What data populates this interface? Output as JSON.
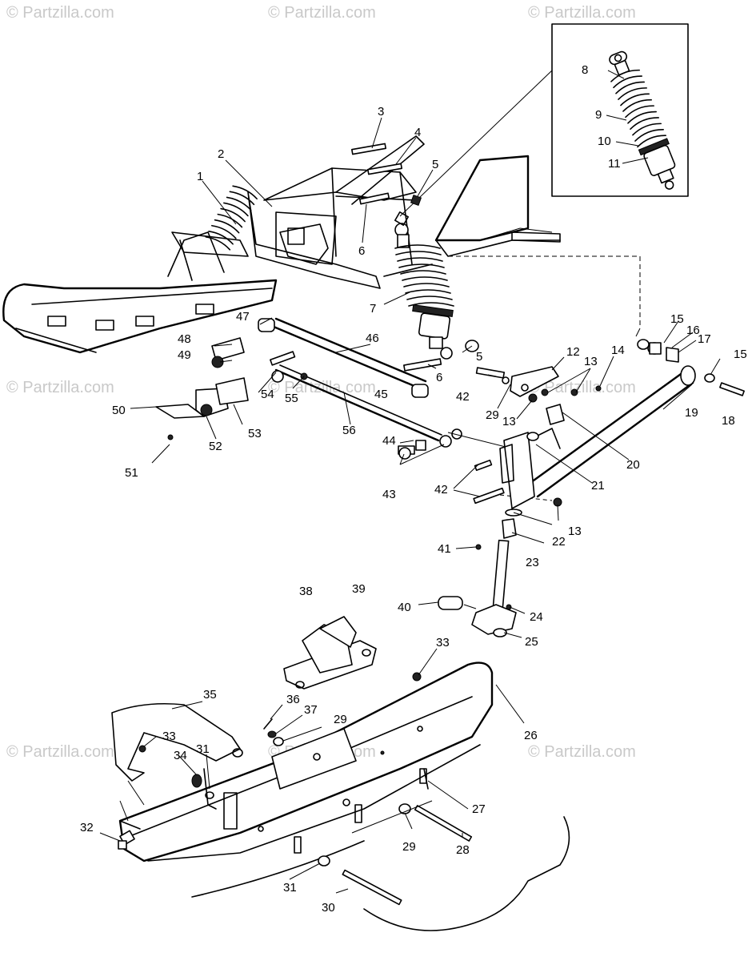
{
  "watermarks": [
    "© Partzilla.com",
    "© Partzilla.com",
    "© Partzilla.com",
    "© Partzilla.com",
    "© Partzilla.com",
    "© Partzilla.com",
    "© Partzilla.com",
    "© Partzilla.com",
    "© Partzilla.com"
  ],
  "callouts": {
    "c1": "1",
    "c2": "2",
    "c3": "3",
    "c4": "4",
    "c5a": "5",
    "c5b": "5",
    "c6a": "6",
    "c6b": "6",
    "c7": "7",
    "c8": "8",
    "c9": "9",
    "c10": "10",
    "c11": "11",
    "c12": "12",
    "c13a": "13",
    "c13b": "13",
    "c13c": "13",
    "c14": "14",
    "c15a": "15",
    "c15b": "15",
    "c16": "16",
    "c17": "17",
    "c18": "18",
    "c19": "19",
    "c20": "20",
    "c21": "21",
    "c22": "22",
    "c23": "23",
    "c24": "24",
    "c25": "25",
    "c26": "26",
    "c27": "27",
    "c28": "28",
    "c29a": "29",
    "c29b": "29",
    "c29c": "29",
    "c30": "30",
    "c31a": "31",
    "c31b": "31",
    "c32": "32",
    "c33a": "33",
    "c33b": "33",
    "c34": "34",
    "c35": "35",
    "c36": "36",
    "c37": "37",
    "c38": "38",
    "c39": "39",
    "c40": "40",
    "c41": "41",
    "c42a": "42",
    "c42b": "42",
    "c43": "43",
    "c44": "44",
    "c45": "45",
    "c46": "46",
    "c47": "47",
    "c48": "48",
    "c49": "49",
    "c50": "50",
    "c51": "51",
    "c52": "52",
    "c53": "53",
    "c54": "54",
    "c55": "55",
    "c56": "56"
  }
}
